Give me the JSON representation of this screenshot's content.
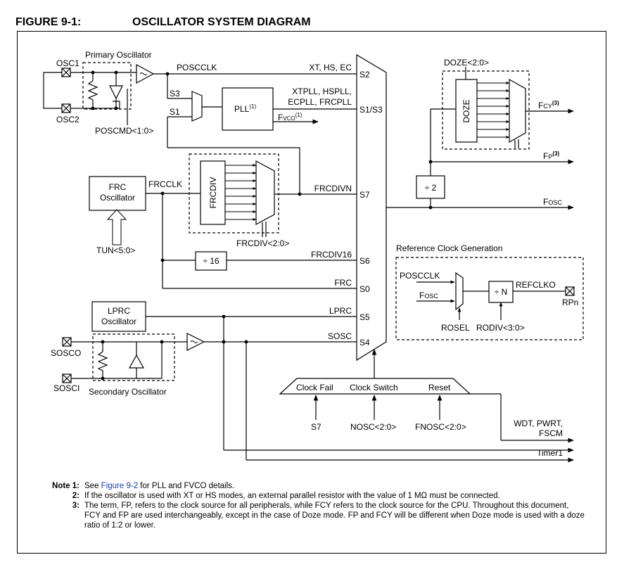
{
  "figure": {
    "number": "FIGURE 9-1:",
    "title": "OSCILLATOR SYSTEM DIAGRAM"
  },
  "diagram": {
    "primary_oscillator": "Primary Oscillator",
    "osc1": "OSC1",
    "osc2": "OSC2",
    "poscmd": "POSCMD<1:0>",
    "posclk": "POSCCLK",
    "s3": "S3",
    "s1": "S1",
    "pll": "PLL",
    "pll_sup": "(1)",
    "fvco": "F",
    "fvco_sub": "VCO",
    "fvco_sup": "(1)",
    "xt_hs_ec": "XT, HS, EC",
    "xtpll_line1": "XTPLL, HSPLL,",
    "xtpll_line2": "ECPLL, FRCPLL",
    "frc_osc_line1": "FRC",
    "frc_osc_line2": "Oscillator",
    "frcclk": "FRCCLK",
    "frcdiv_block": "FRCDIV",
    "frcdiv_sel": "FRCDIV<2:0>",
    "tun": "TUN<5:0>",
    "frcdivn": "FRCDIVN",
    "div16": "÷ 16",
    "frcdiv16": "FRCDIV16",
    "frc": "FRC",
    "lprc_line1": "LPRC",
    "lprc_line2": "Oscillator",
    "lprc": "LPRC",
    "sosc": "SOSC",
    "sosco": "SOSCO",
    "sosci": "SOSCI",
    "secondary_oscillator": "Secondary Oscillator",
    "mux_inputs": [
      "S2",
      "S1/S3",
      "S7",
      "S6",
      "S0",
      "S5",
      "S4"
    ],
    "doze_sel": "DOZE<2:0>",
    "doze_block": "DOZE",
    "fcy": "F",
    "fcy_sub": "CY",
    "fcy_sup": "(3)",
    "fp": "F",
    "fp_sub": "P",
    "fp_sup": "(3)",
    "div2": "÷ 2",
    "fosc": "F",
    "fosc_sub": "OSC",
    "clock_fail": "Clock Fail",
    "clock_switch": "Clock Switch",
    "reset": "Reset",
    "s7_in": "S7",
    "nosc": "NOSC<2:0>",
    "fnosc": "FNOSC<2:0>",
    "wdt_line1": "WDT, PWRT,",
    "wdt_line2": "FSCM",
    "timer1": "Timer1",
    "ref_title": "Reference Clock Generation",
    "ref_posclk": "POSCCLK",
    "ref_fosc": "F",
    "ref_fosc_sub": "OSC",
    "rosel": "ROSEL",
    "div_n": "÷ N",
    "refclko": "REFCLKO",
    "rodiv": "RODIV<3:0>",
    "rpn": "RPn"
  },
  "notes": [
    {
      "label": "Note 1:",
      "pre": "See ",
      "link": "Figure 9-2",
      "post": " for PLL and FVCO details."
    },
    {
      "label": "2:",
      "text": "If the oscillator is used with XT or HS modes, an external parallel resistor with the value of 1 MΩ must be connected."
    },
    {
      "label": "3:",
      "text": "The term, FP, refers to the clock source for all peripherals, while FCY refers to the clock source for the CPU. Throughout this document, FCY and FP are used interchangeably, except in the case of Doze mode. FP and FCY will be different when Doze mode is used with a doze ratio of 1:2 or lower."
    }
  ]
}
